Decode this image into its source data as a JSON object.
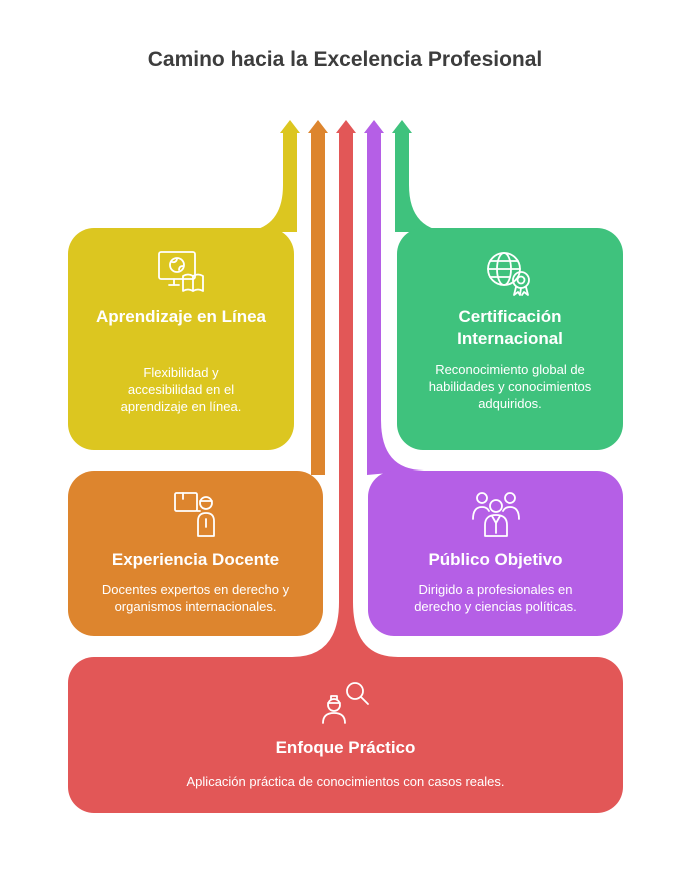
{
  "title": "Camino hacia la Excelencia Profesional",
  "colors": {
    "yellow": "#dcc620",
    "orange": "#dd852e",
    "red": "#e25757",
    "purple": "#b55fe6",
    "green": "#3fc27d",
    "title": "#3d3d3d"
  },
  "cards": {
    "online": {
      "icon": "online-learning-icon",
      "title": "Aprendizaje en Línea",
      "description": "Flexibilidad y accesibilidad en el aprendizaje en línea."
    },
    "certification": {
      "icon": "globe-certificate-icon",
      "title": "Certificación Internacional",
      "description": "Reconocimiento global de habilidades y conocimientos adquiridos."
    },
    "teaching": {
      "icon": "teacher-icon",
      "title": "Experiencia Docente",
      "description": "Docentes expertos en derecho y organismos internacionales."
    },
    "audience": {
      "icon": "audience-group-icon",
      "title": "Público Objetivo",
      "description": "Dirigido a profesionales en derecho y ciencias políticas."
    },
    "practical": {
      "icon": "practical-search-icon",
      "title": "Enfoque Práctico",
      "description": "Aplicación práctica de conocimientos con casos reales."
    }
  }
}
